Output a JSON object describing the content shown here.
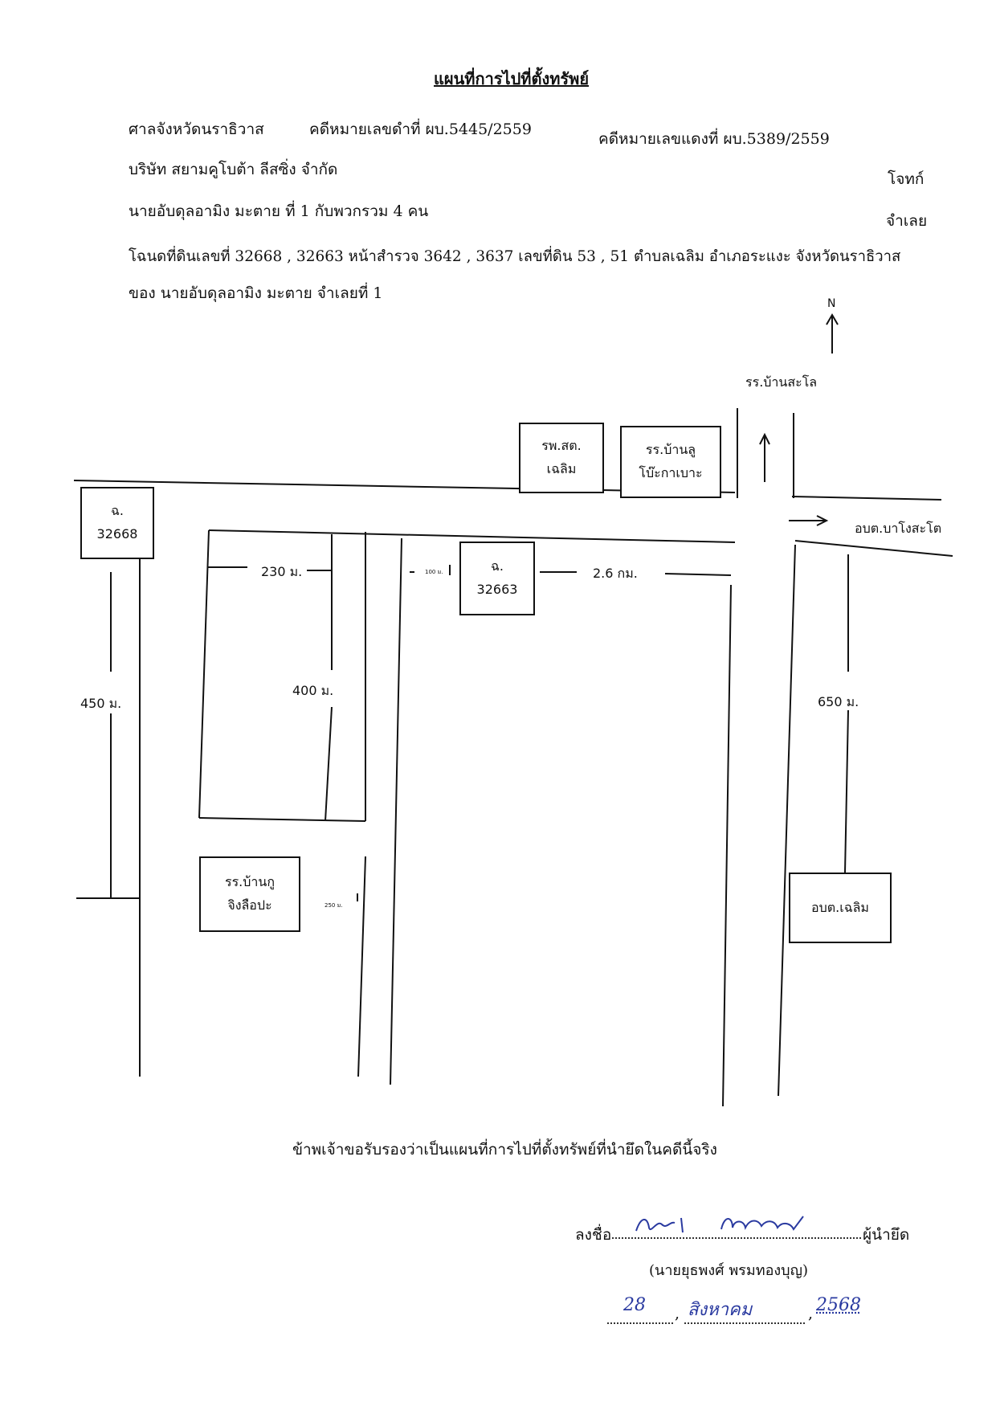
{
  "title": "แผนที่การไปที่ตั้งทรัพย์",
  "header": {
    "court": "ศาลจังหวัดนราธิวาส",
    "black_case": "คดีหมายเลขดำที่ ผบ.5445/2559",
    "red_case": "คดีหมายเลขแดงที่ ผบ.5389/2559",
    "plaintiff_name": "บริษัท สยามคูโบต้า ลีสซิ่ง  จำกัด",
    "plaintiff_role": "โจทก์",
    "defendant_name": "นายอับดุลอามิง  มะตาย  ที่ 1  กับพวกรวม 4 คน",
    "defendant_role": "จำเลย",
    "title_deed": "โฉนดที่ดินเลขที่  32668 , 32663  หน้าสำรวจ 3642 , 3637  เลขที่ดิน 53 , 51  ตำบลเฉลิม  อำเภอระแงะ จังหวัดนราธิวาส",
    "owner": "ของ  นายอับดุลอามิง  มะตาย   จำเลยที่  1"
  },
  "map": {
    "north": "N",
    "places": {
      "school_banskol": "รร.บ้านสะโล",
      "hospital_line1": "รพ.สต.",
      "hospital_line2": "เฉลิม",
      "school_lu_line1": "รร.บ้านลู",
      "school_lu_line2": "โบ๊ะกาเบาะ",
      "deed1_line1": "ฉ.",
      "deed1_line2": "32668",
      "deed2_line1": "ฉ.",
      "deed2_line2": "32663",
      "obt_bangos": "อบต.บาโงสะโต",
      "school_ku_line1": "รร.บ้านกู",
      "school_ku_line2": "จิงลือปะ",
      "obt_chalerm": "อบต.เฉลิม"
    },
    "distances": {
      "d230": "230 ม.",
      "d100": "100 ม.",
      "d26": "2.6 กม.",
      "d450": "450 ม.",
      "d400": "400 ม.",
      "d650": "650 ม.",
      "d250": "250 ม."
    }
  },
  "certification": "ข้าพเจ้าขอรับรองว่าเป็นแผนที่การไปที่ตั้งทรัพย์ที่นำยึดในคดีนี้จริง",
  "signature": {
    "sign_label": "ลงชื่อ",
    "role": "ผู้นำยึด",
    "name": "(นายยุธพงศ์ พรมทองบุญ)",
    "date_day": "28",
    "date_month": "สิงหาคม",
    "date_year": "2568"
  }
}
